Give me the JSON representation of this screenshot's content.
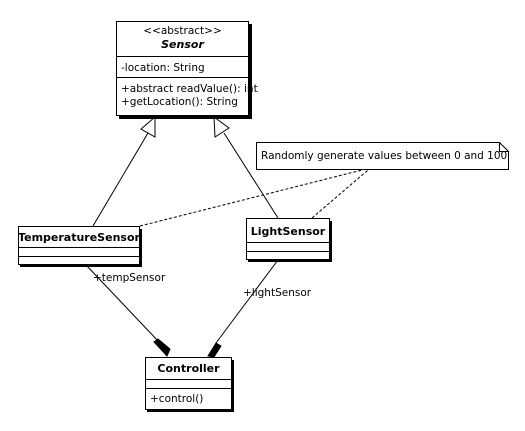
{
  "sensor": {
    "stereotype": "<<abstract>>",
    "name": "Sensor",
    "attributes": [
      "-location: String"
    ],
    "operations": [
      "+abstract readValue(): int",
      "+getLocation(): String"
    ]
  },
  "temperature_sensor": {
    "name": "TemperatureSensor"
  },
  "light_sensor": {
    "name": "LightSensor"
  },
  "controller": {
    "name": "Controller",
    "operations": [
      "+control()"
    ]
  },
  "note": {
    "text": "Randomly generate values between 0 and 100"
  },
  "associations": {
    "temp_role": "+tempSensor",
    "light_role": "+lightSensor"
  }
}
